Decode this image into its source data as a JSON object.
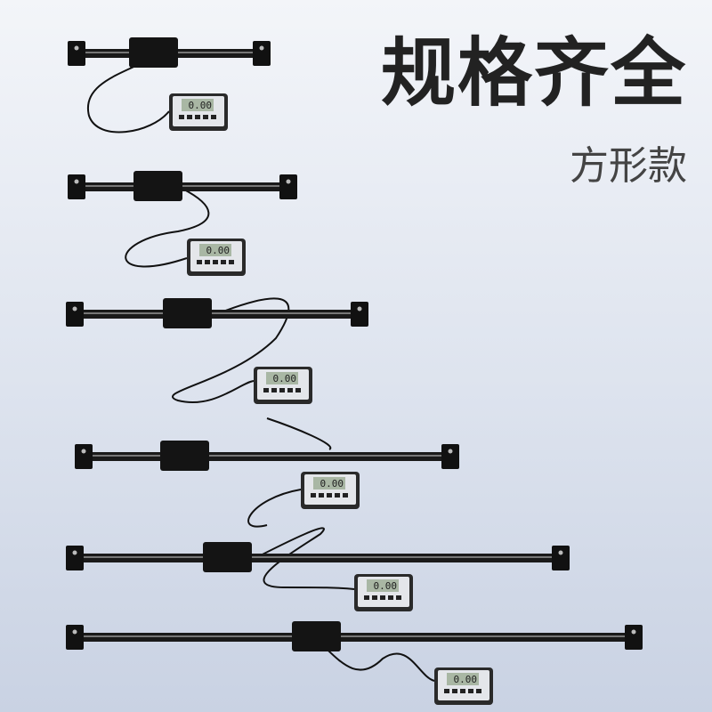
{
  "headline": "规格齐全",
  "subheadline": "方形款",
  "display_readout": "0.00",
  "scale_count": 6
}
